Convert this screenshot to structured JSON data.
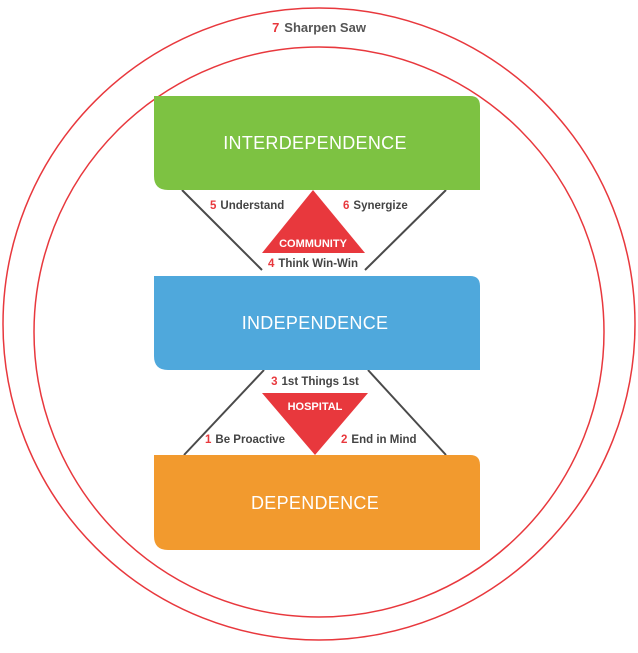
{
  "colors": {
    "circle": "#e8383d",
    "number": "#e8383d",
    "line": "#4a4a4a",
    "interdependence": "#7dc242",
    "independence": "#4fa8dc",
    "dependence": "#f29a2e",
    "triangle": "#e8383d"
  },
  "outer_label": {
    "number": "7",
    "text": "Sharpen Saw"
  },
  "boxes": {
    "interdependence": "INTERDEPENDENCE",
    "independence": "INDEPENDENCE",
    "dependence": "DEPENDENCE"
  },
  "triangles": {
    "community": "COMMUNITY",
    "hospital": "HOSPITAL"
  },
  "habits": {
    "h1": {
      "number": "1",
      "text": "Be Proactive"
    },
    "h2": {
      "number": "2",
      "text": "End in Mind"
    },
    "h3": {
      "number": "3",
      "text": "1st Things 1st"
    },
    "h4": {
      "number": "4",
      "text": "Think Win-Win"
    },
    "h5": {
      "number": "5",
      "text": "Understand"
    },
    "h6": {
      "number": "6",
      "text": "Synergize"
    }
  }
}
